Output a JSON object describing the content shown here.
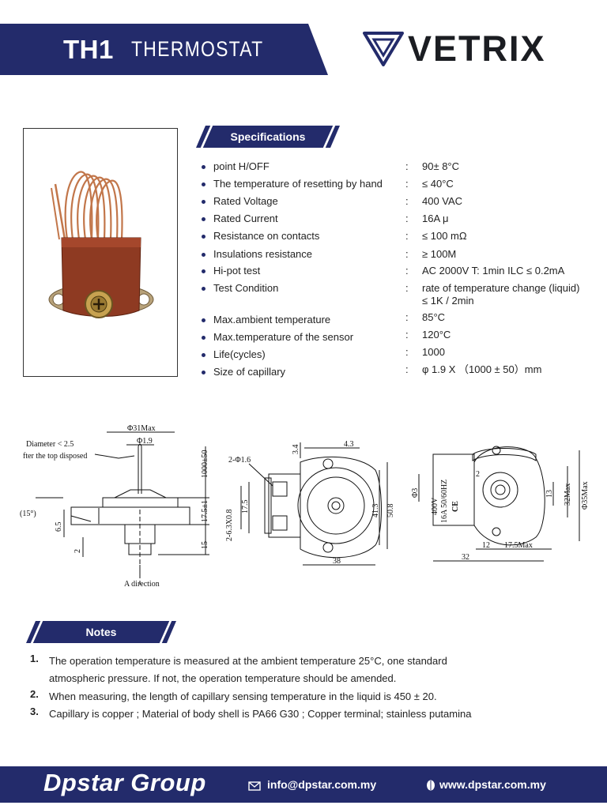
{
  "header": {
    "model": "TH1",
    "product_word": "THERMOSTAT",
    "brand_logo_text": "VETRIX"
  },
  "specifications": {
    "title": "Specifications",
    "items": [
      {
        "label": "point H/OFF",
        "value": "90± 8°C"
      },
      {
        "label": "The temperature of resetting by hand",
        "value": "≤ 40°C"
      },
      {
        "label": "Rated Voltage",
        "value": "400 VAC"
      },
      {
        "label": "Rated Current",
        "value": "16A μ"
      },
      {
        "label": "Resistance on contacts",
        "value": "≤ 100 mΩ"
      },
      {
        "label": "Insulations resistance",
        "value": "≥ 100M"
      },
      {
        "label": "Hi-pot test",
        "value": "AC 2000V T: 1min ILC ≤ 0.2mA"
      },
      {
        "label": "Test Condition",
        "value": "rate of temperature change (liquid)",
        "value_line2": "≤ 1K / 2min"
      },
      {
        "label": "Max.ambient temperature",
        "value": "85°C"
      },
      {
        "label": "Max.temperature of the sensor",
        "value": "120°C"
      },
      {
        "label": "Life(cycles)",
        "value": "1000"
      },
      {
        "label": "Size of capillary",
        "value": "φ 1.9 X （1000 ± 50）mm"
      }
    ]
  },
  "drawings": {
    "side_view": {
      "note_line1": "Diameter < 2.5",
      "note_line2": "fter the top disposed",
      "dim_top": "Φ31Max",
      "dim_cap": "Φ1.9",
      "dim_length": "1000±50",
      "dim_body": "17.5±1",
      "dim_stem": "15",
      "dim_left1": "6.5",
      "dim_left2": "2",
      "angle": "(15°)",
      "direction": "A direction"
    },
    "front_view": {
      "dim_holes": "2-Φ1.6",
      "dim_3_4": "3.4",
      "dim_4_3": "4.3",
      "dim_17_5": "17.5",
      "dim_terminal": "2-6.3X0.8",
      "dim_41_3": "41.3",
      "dim_50_8": "50.8",
      "dim_38": "38"
    },
    "rear_view": {
      "dim_phi3": "Φ3",
      "dim_2": "2",
      "dim_13": "13",
      "dim_32max": "32Max",
      "dim_phi35": "Φ35Max",
      "dim_12": "12",
      "dim_17_5max": "17.5Max",
      "dim_32": "32",
      "marking_1": "400V",
      "marking_2": "16A 50/60HZ",
      "marking_ce": "CE"
    }
  },
  "notes": {
    "title": "Notes",
    "items": [
      {
        "num": "1.",
        "text": "The operation temperature is measured at the ambient temperature 25°C, one standard atmospheric pressure. If not, the operation temperature should be amended."
      },
      {
        "num": "2.",
        "text": "When measuring, the length of capillary sensing temperature in the liquid is 450 ± 20."
      },
      {
        "num": "3.",
        "text": "Capillary is copper ; Material of body shell is PA66 G30 ; Copper terminal; stainless putamina"
      }
    ]
  },
  "footer": {
    "brand": "Dpstar Group",
    "email": "info@dpstar.com.my",
    "website": "www.dpstar.com.my"
  },
  "colors": {
    "navy": "#232b6b",
    "body_red": "#8e3a22",
    "copper": "#c2764a"
  }
}
